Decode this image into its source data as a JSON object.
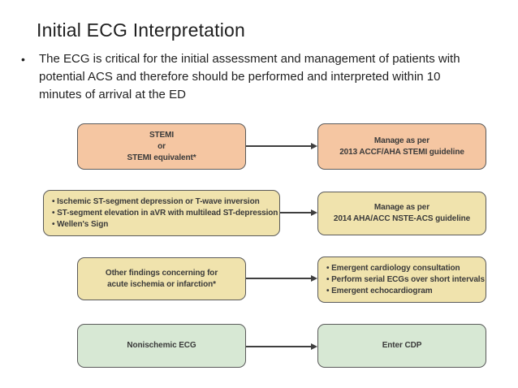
{
  "slide": {
    "title": "Initial ECG Interpretation",
    "bullet_marker": "•",
    "bullet_text": "The ECG is critical for the initial assessment and management of patients with\npotential ACS and therefore should be performed and interpreted within 10\nminutes of arrival at the ED"
  },
  "flowchart": {
    "row1": {
      "source": "STEMI\nor\nSTEMI equivalent*",
      "target": "Manage as per\n2013 ACCF/AHA STEMI guideline"
    },
    "row2": {
      "source": "• Ischemic ST-segment depression or T-wave inversion\n• ST-segment elevation in aVR with multilead ST-depression\n• Wellen's Sign",
      "target": "Manage as per\n2014 AHA/ACC NSTE-ACS guideline"
    },
    "row3": {
      "source": "Other findings concerning for\nacute ischemia or infarction*",
      "target": "• Emergent cardiology consultation\n• Perform serial ECGs over short intervals\n• Emergent echocardiogram"
    },
    "row4": {
      "source": "Nonischemic ECG",
      "target": "Enter CDP"
    }
  },
  "colors": {
    "stemi_box": "#f5c6a2",
    "nste_box": "#f0e3ad",
    "nonischemic_box": "#d7e8d4",
    "box_border": "#5a5a5a",
    "arrow": "#3f3f3f",
    "text": "#1f1f1f"
  }
}
